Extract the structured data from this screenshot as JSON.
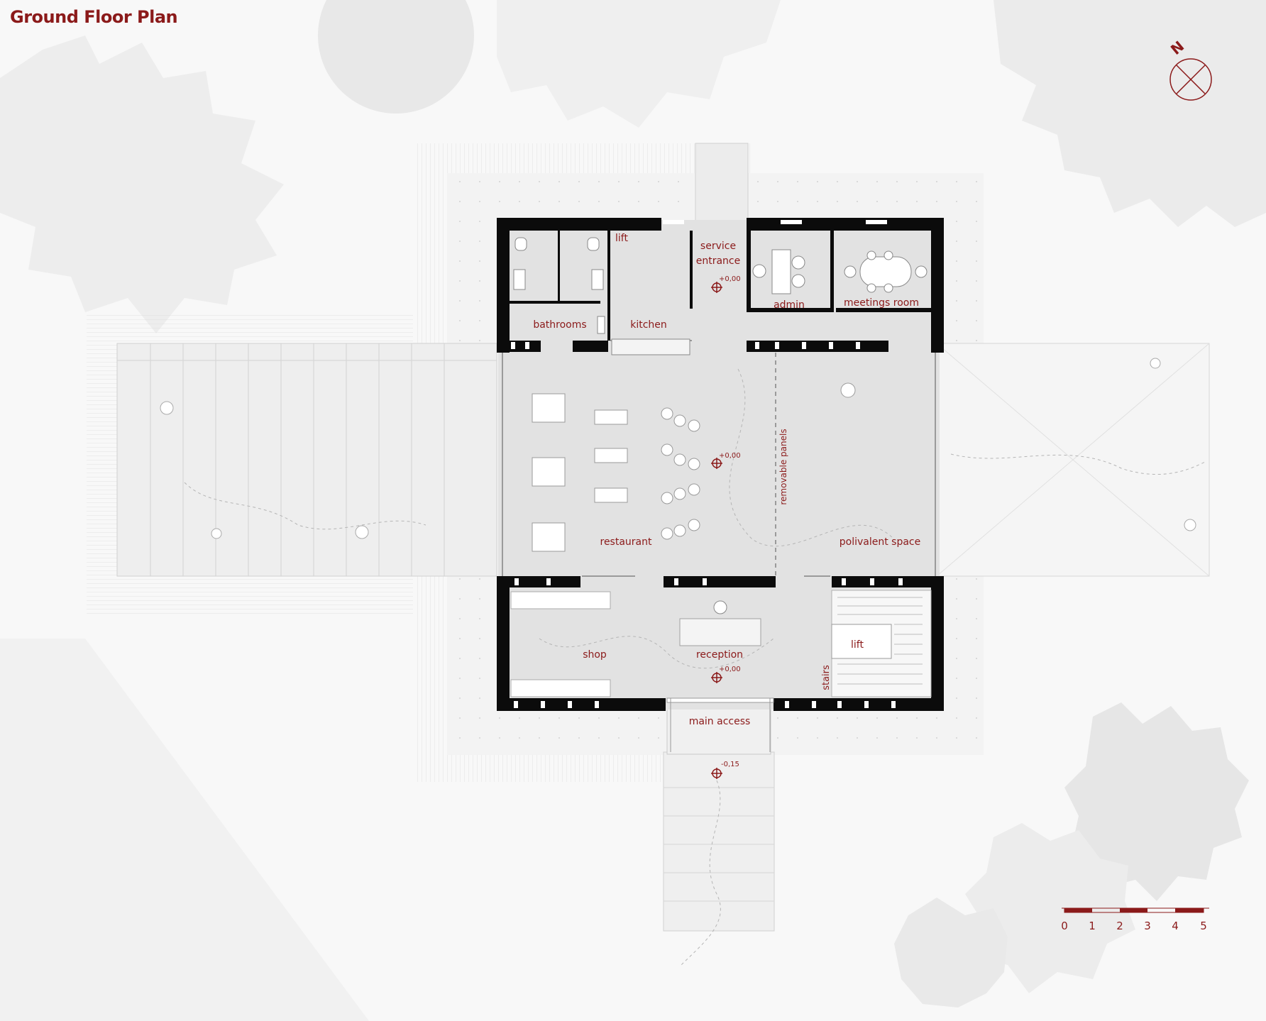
{
  "title": "Ground Floor Plan",
  "colors": {
    "accent": "#8b1a1a",
    "wall": "#0b0b0b",
    "floor": "#e2e2e2",
    "background": "#f8f8f8",
    "tree": "#ececec"
  },
  "rooms": {
    "lift_top": "lift",
    "service_entrance_1": "service",
    "service_entrance_2": "entrance",
    "bathrooms": "bathrooms",
    "kitchen": "kitchen",
    "admin": "admin",
    "meetings_room": "meetings room",
    "restaurant": "restaurant",
    "removable_panels": "removable panels",
    "polivalent_space": "polivalent space",
    "shop": "shop",
    "reception": "reception",
    "lift_bottom": "lift",
    "stairs": "stairs",
    "main_access": "main access"
  },
  "levels": {
    "service": "+0,00",
    "center": "+0,00",
    "reception": "+0,00",
    "outside": "-0,15"
  },
  "north": {
    "label": "N",
    "icon": "north-arrow-icon"
  },
  "scale_bar": {
    "labels": [
      "0",
      "1",
      "2",
      "3",
      "4",
      "5"
    ]
  }
}
